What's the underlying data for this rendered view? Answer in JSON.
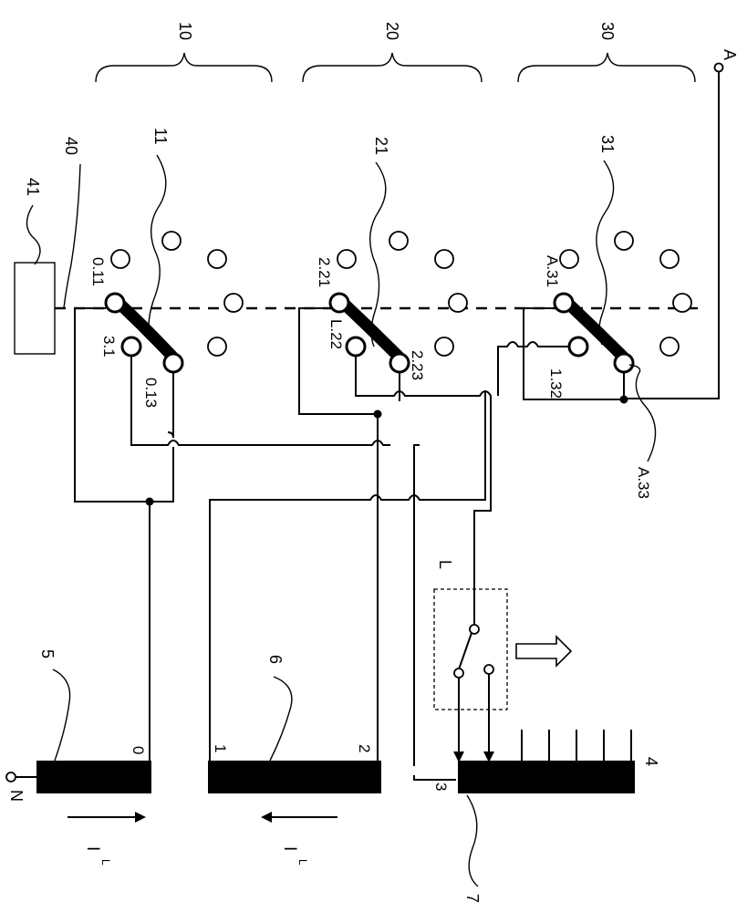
{
  "labels": {
    "group_10": "10",
    "group_20": "20",
    "group_30": "30",
    "terminal_a": "A",
    "box_41": "41",
    "line_40": "40",
    "switch_11": "11",
    "switch_21": "21",
    "switch_31": "31",
    "contact_0_11": "0.11",
    "contact_3_1": "3.1",
    "contact_0_13": "0.13",
    "contact_2_21": "2.21",
    "contact_l_22": "L.22",
    "contact_2_23": "2.23",
    "contact_a_31": "A.31",
    "contact_1_32": "1.32",
    "contact_a_33": "A.33",
    "switch_l": "L",
    "terminal_n": "N",
    "block_5": "5",
    "block_6": "6",
    "block_7": "7",
    "block_4": "4",
    "tap_0": "0",
    "tap_1": "1",
    "tap_2": "2",
    "tap_3": "3",
    "current_1": "I",
    "current_1_sub": "L",
    "current_2": "I",
    "current_2_sub": "L"
  }
}
